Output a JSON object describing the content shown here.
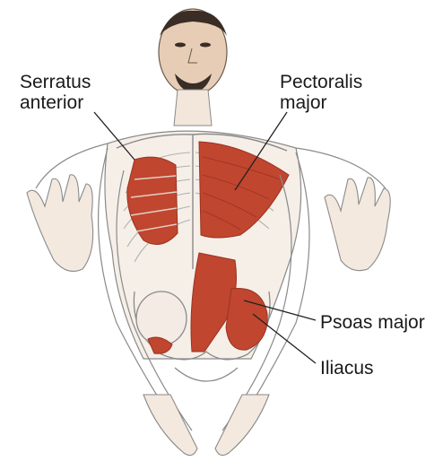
{
  "labels": {
    "serratus": {
      "line1": "Serratus",
      "line2": "anterior"
    },
    "pectoralis": {
      "line1": "Pectoralis",
      "line2": "major"
    },
    "psoas": "Psoas major",
    "iliacus": "Iliacus"
  },
  "colors": {
    "muscle": "#c0462f",
    "muscle_dark": "#9a3322",
    "bone_outline": "#8a8a8a",
    "skin": "#d9b89a",
    "leader": "#222222"
  }
}
